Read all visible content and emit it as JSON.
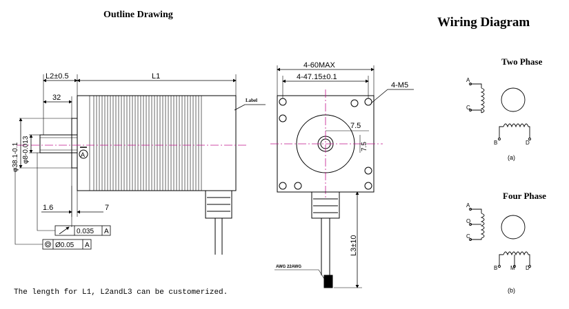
{
  "titles": {
    "outline": "Outline Drawing",
    "wiring": "Wiring Diagram",
    "two_phase": "Two Phase",
    "four_phase": "Four Phase"
  },
  "side_view": {
    "l2": "L2±0.5",
    "l1": "L1",
    "dim_32": "32",
    "label_tag": "Label",
    "shaft_dia": "φ8-0.013",
    "shaft_dia_tol_top": "0",
    "shaft_dia_tol_bot": "-0.013",
    "boss_dia": "φ38.1-0.1",
    "boss_tol_top": "0",
    "boss_tol_bot": "-0.1",
    "datum": "A",
    "dim_1_6": "1.6",
    "dim_7": "7",
    "runout_value": "0.035",
    "runout_datum": "A",
    "concentric_value": "Ø0.05",
    "concentric_datum": "A"
  },
  "front_view": {
    "outer": "4-60MAX",
    "hole_pitch": "4-47.15±0.1",
    "thread": "4-M5",
    "dim_7_5a": "7.5",
    "dim_7_5b": "7.5",
    "l3": "L3±10",
    "wire_note": "AWG 22AWG"
  },
  "wiring": {
    "two_phase": {
      "a": "A",
      "c": "C",
      "b": "B",
      "d": "D",
      "caption": "(a)"
    },
    "four_phase": {
      "a": "A",
      "o": "O",
      "c": "C",
      "b": "B",
      "m": "M",
      "d": "D",
      "caption": "(b)"
    }
  },
  "footer_note": "The length for L1, L2andL3 can be customerized."
}
